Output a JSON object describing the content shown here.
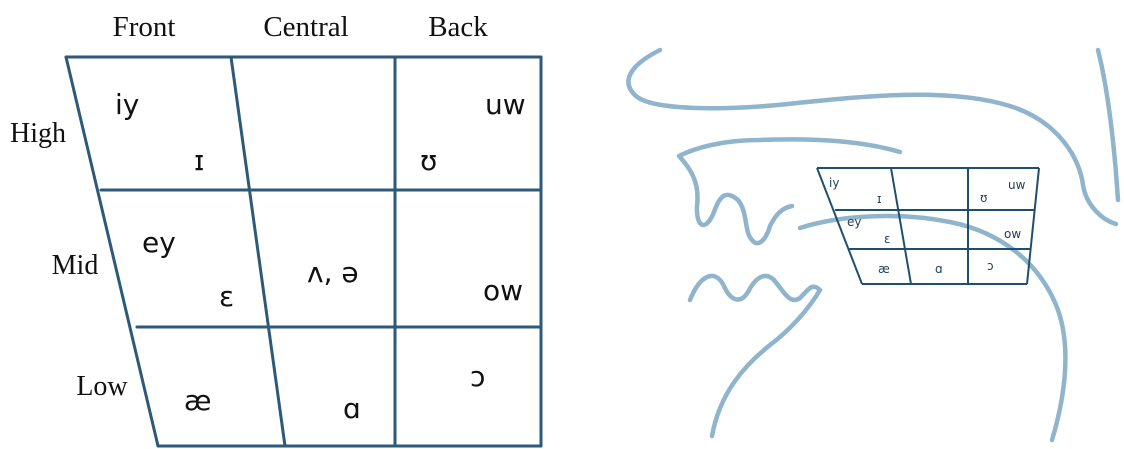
{
  "chart": {
    "columns": [
      "Front",
      "Central",
      "Back"
    ],
    "rows": [
      "High",
      "Mid",
      "Low"
    ],
    "cells": {
      "high_front_tense": "iy",
      "high_front_lax": "ɪ",
      "high_back_tense": "uw",
      "high_back_lax": "ʊ",
      "mid_front_tense": "ey",
      "mid_front_lax": "ɛ",
      "mid_central": "ʌ, ə",
      "mid_back": "ow",
      "low_front": "æ",
      "low_central": "ɑ",
      "low_back": "ɔ"
    }
  },
  "mouth_chart": {
    "cells": {
      "high_front_tense": "iy",
      "high_front_lax": "ɪ",
      "high_back_lax": "ʊ",
      "high_back_tense": "uw",
      "mid_front_tense": "ey",
      "mid_front_lax": "ɛ",
      "mid_back": "ow",
      "low_front": "æ",
      "low_central": "ɑ",
      "low_back": "ɔ"
    }
  },
  "colors": {
    "grid_line": "#2d5a78",
    "mouth_outline": "#8fb4cc"
  }
}
